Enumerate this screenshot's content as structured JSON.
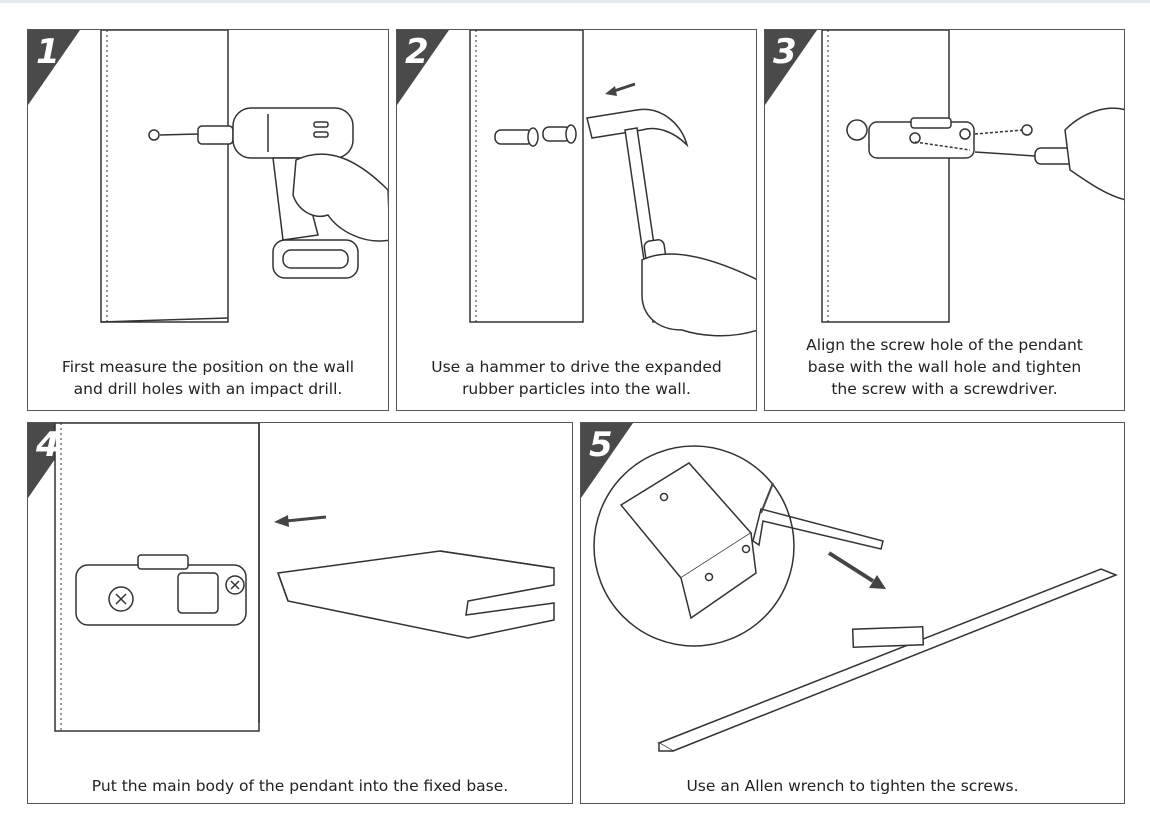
{
  "steps": [
    {
      "number": "1",
      "caption_lines": [
        "First measure the position on the wall",
        "and drill holes with an impact drill."
      ]
    },
    {
      "number": "2",
      "caption_lines": [
        "Use a hammer to drive the expanded",
        "rubber particles into the wall."
      ]
    },
    {
      "number": "3",
      "caption_lines": [
        "Align the screw hole of the pendant",
        "base with the wall hole and tighten",
        "the screw with a screwdriver."
      ]
    },
    {
      "number": "4",
      "caption_lines": [
        "Put the main body of the pendant into the fixed base."
      ]
    },
    {
      "number": "5",
      "caption_lines": [
        "Use an Allen wrench to tighten the screws."
      ]
    }
  ],
  "colors": {
    "badge": "#4a4a4a",
    "stroke": "#333333",
    "border": "#555555"
  },
  "icons": [
    "impact-drill-icon",
    "hammer-icon",
    "screwdriver-icon",
    "pendant-base-icon",
    "allen-wrench-icon"
  ]
}
